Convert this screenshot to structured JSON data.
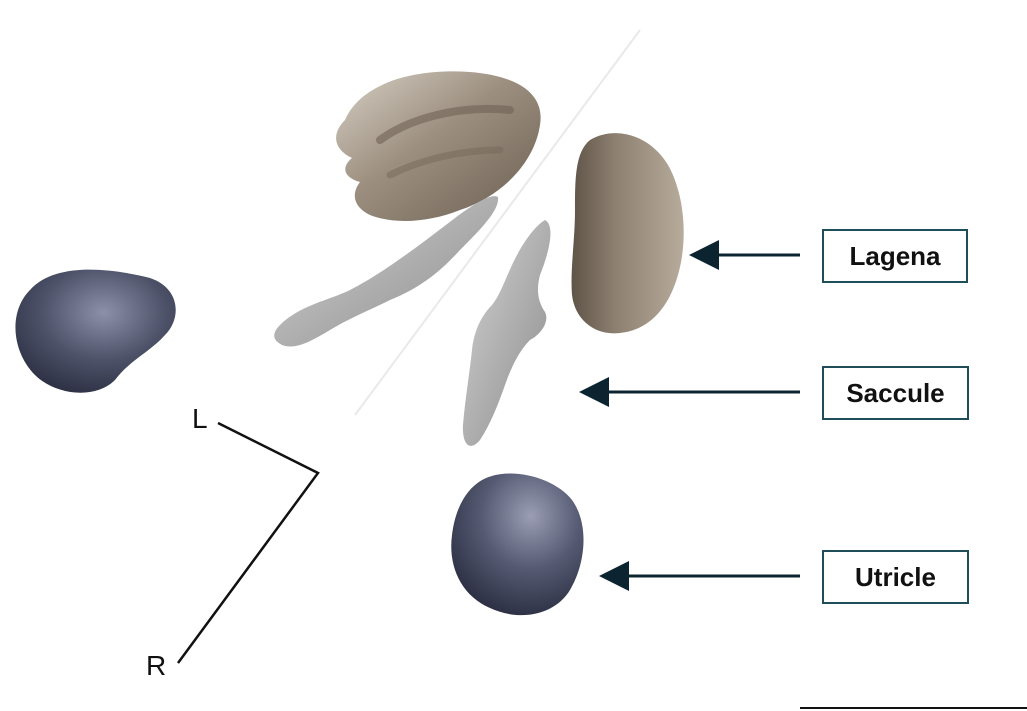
{
  "labels": {
    "lagena": "Lagena",
    "saccule": "Saccule",
    "utricle": "Utricle"
  },
  "orientation": {
    "left": "L",
    "right": "R"
  },
  "colors": {
    "otolith_brown": "#8f8272",
    "otolith_blue": "#3b3f55",
    "macula_grey": "#a9a9a9",
    "arrow": "#0b2430",
    "box_border": "#1f4e5a"
  }
}
